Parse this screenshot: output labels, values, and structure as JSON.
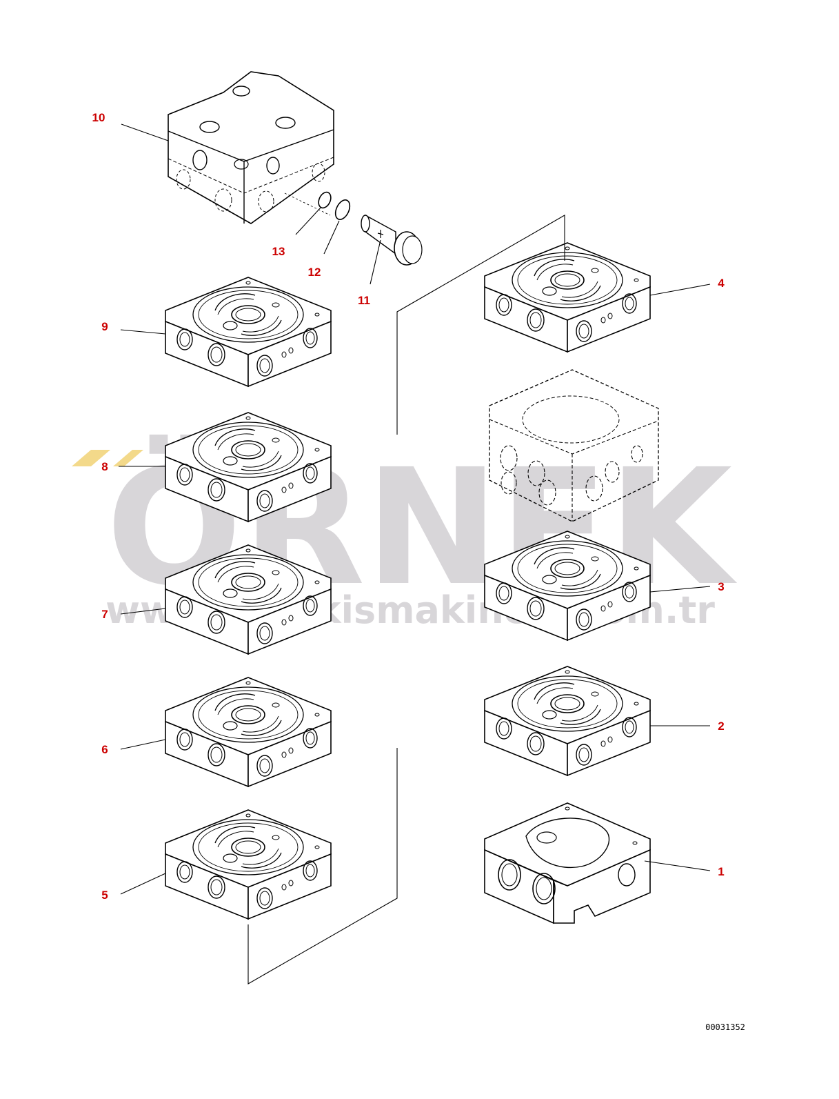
{
  "callouts": [
    {
      "id": "1",
      "label": "1"
    },
    {
      "id": "2",
      "label": "2"
    },
    {
      "id": "3",
      "label": "3"
    },
    {
      "id": "4",
      "label": "4"
    },
    {
      "id": "5",
      "label": "5"
    },
    {
      "id": "6",
      "label": "6"
    },
    {
      "id": "7",
      "label": "7"
    },
    {
      "id": "8",
      "label": "8"
    },
    {
      "id": "9",
      "label": "9"
    },
    {
      "id": "10",
      "label": "10"
    },
    {
      "id": "11",
      "label": "11"
    },
    {
      "id": "12",
      "label": "12"
    },
    {
      "id": "13",
      "label": "13"
    }
  ],
  "document_number": "00031352",
  "watermark": {
    "brand": "ÖRNEK",
    "url": "www.ornekismakinesi.com.tr",
    "color": "#d2cfd3",
    "accent_color": "#f3d98a"
  },
  "colors": {
    "callout_text": "#cc0000",
    "line_art": "#000000"
  }
}
